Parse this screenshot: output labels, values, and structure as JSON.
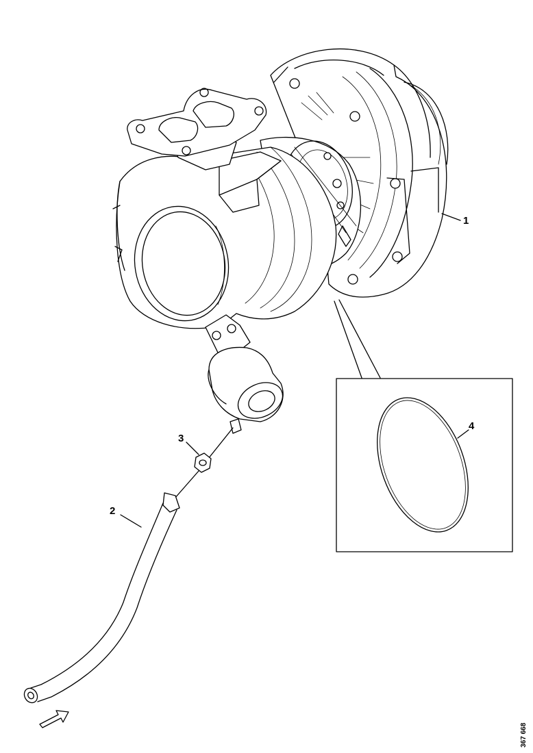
{
  "callouts": {
    "turbocharger": "1",
    "oil_return_pipe": "2",
    "nut": "3",
    "o_ring": "4"
  },
  "drawing_number": "367 668",
  "icons": {
    "flow_arrow": "flow-direction-arrow-icon"
  }
}
